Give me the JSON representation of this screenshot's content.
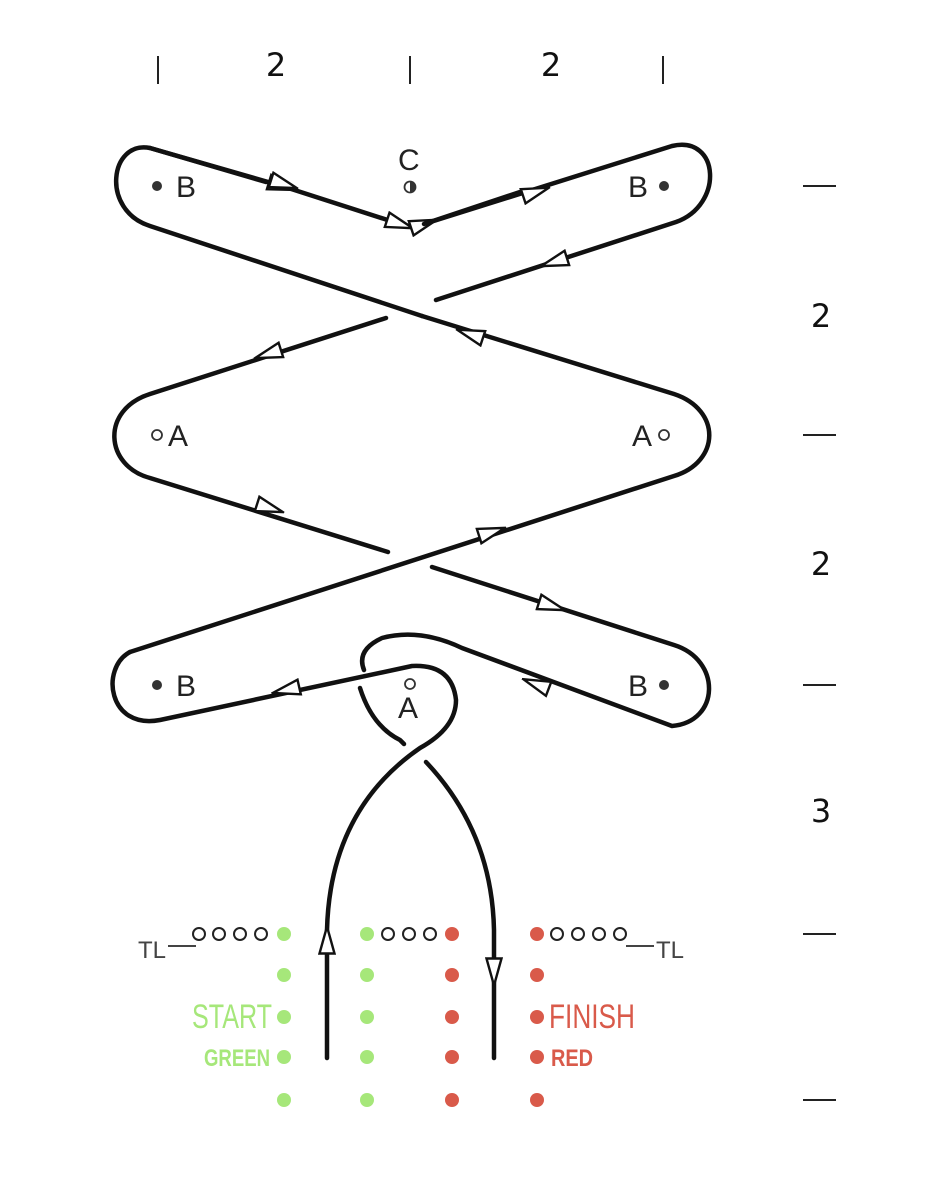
{
  "dimensions": {
    "top": [
      "2",
      "2"
    ],
    "right": [
      "2",
      "2",
      "3"
    ]
  },
  "points": {
    "B": "B",
    "C": "C",
    "A": "A"
  },
  "timing_lights": {
    "left": "TL",
    "right": "TL"
  },
  "start": {
    "label": "START",
    "sublabel": "GREEN",
    "color": "#a6e77a"
  },
  "finish": {
    "label": "FINISH",
    "sublabel": "RED",
    "color": "#d95a4a"
  },
  "colors": {
    "line": "#111111",
    "open_marker": "#ffffff",
    "filled_marker": "#333333",
    "tl_dot": "#222222"
  }
}
